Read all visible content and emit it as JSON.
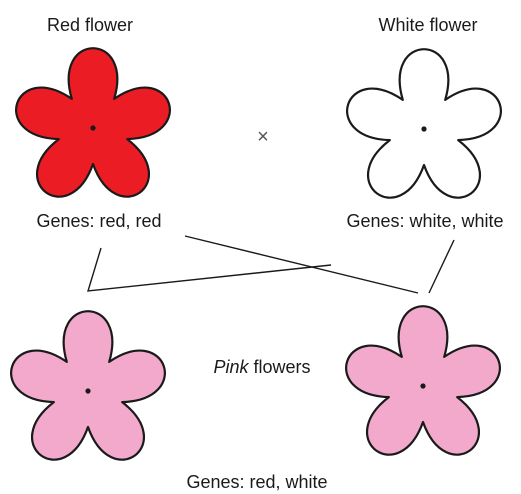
{
  "parents": {
    "red": {
      "title": "Red flower",
      "genes": "Genes: red, red",
      "color": "#ec1c24"
    },
    "white": {
      "title": "White flower",
      "genes": "Genes: white, white",
      "color": "#ffffff"
    }
  },
  "cross_symbol": "×",
  "offspring": {
    "label_italic": "Pink",
    "label_rest": " flowers",
    "genes": "Genes: red, white",
    "color": "#f2a9cc"
  },
  "outline_color": "#1a1a1a"
}
